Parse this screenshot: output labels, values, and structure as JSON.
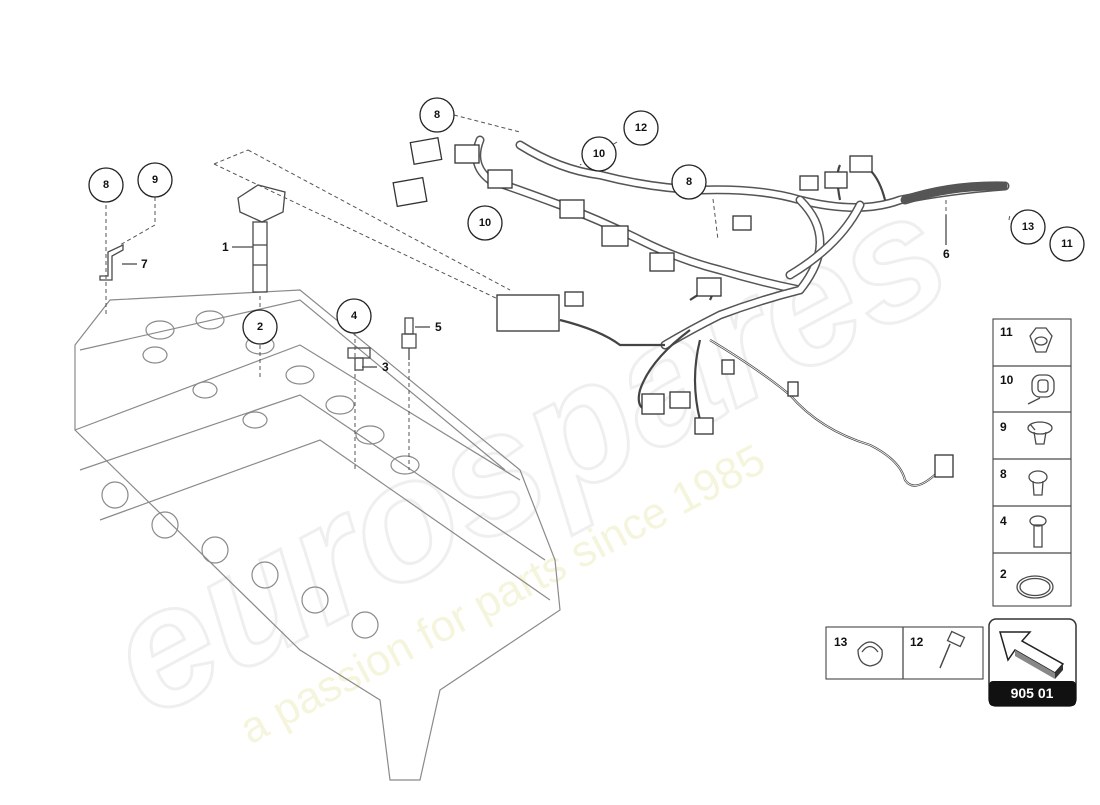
{
  "watermark": {
    "brand": "eurospares",
    "slogan": "a passion for parts since 1985"
  },
  "callouts": [
    {
      "id": "c1",
      "label": "8"
    },
    {
      "id": "c2",
      "label": "9"
    },
    {
      "id": "c3",
      "label": "2"
    },
    {
      "id": "c4",
      "label": "4"
    },
    {
      "id": "c5",
      "label": "8"
    },
    {
      "id": "c6",
      "label": "10"
    },
    {
      "id": "c7",
      "label": "12"
    },
    {
      "id": "c8",
      "label": "10"
    },
    {
      "id": "c9",
      "label": "8"
    },
    {
      "id": "c10",
      "label": "13"
    },
    {
      "id": "c11",
      "label": "11"
    }
  ],
  "reference_numbers": [
    {
      "id": "r1",
      "label": "1"
    },
    {
      "id": "r3",
      "label": "3"
    },
    {
      "id": "r5",
      "label": "5"
    },
    {
      "id": "r6",
      "label": "6"
    },
    {
      "id": "r7",
      "label": "7"
    }
  ],
  "legend": {
    "items": [
      {
        "label": "11",
        "icon": "flange-nut-icon"
      },
      {
        "label": "10",
        "icon": "grommet-clip-icon"
      },
      {
        "label": "9",
        "icon": "push-rivet-icon"
      },
      {
        "label": "8",
        "icon": "expanding-rivet-icon"
      },
      {
        "label": "4",
        "icon": "bolt-icon"
      },
      {
        "label": "2",
        "icon": "o-ring-icon"
      }
    ],
    "bottom_items": [
      {
        "label": "13",
        "icon": "cable-clamp-icon"
      },
      {
        "label": "12",
        "icon": "hex-bolt-icon"
      }
    ]
  },
  "page_reference": {
    "code": "905 01",
    "icon": "page-arrow-icon"
  }
}
